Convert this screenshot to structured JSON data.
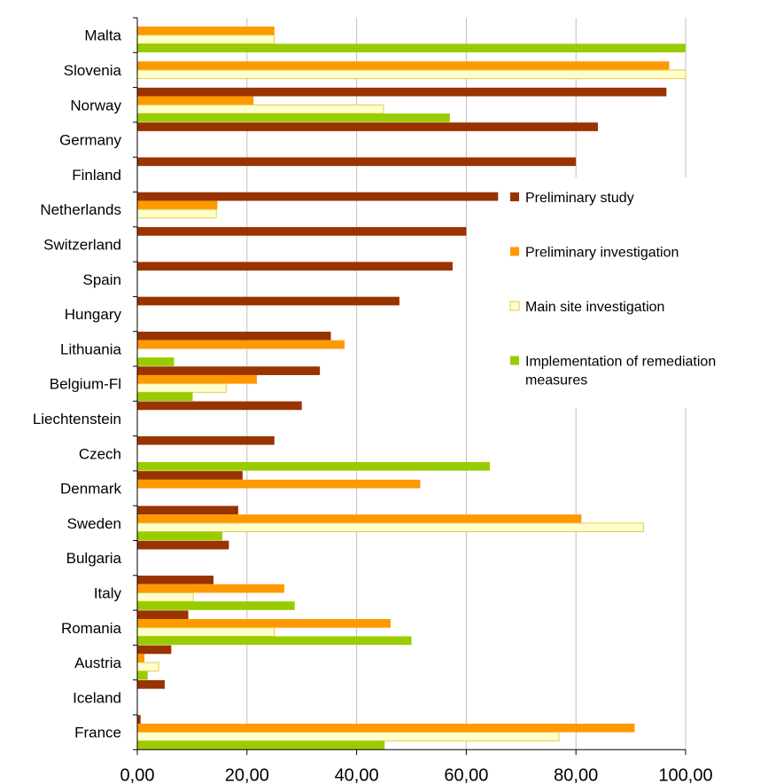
{
  "chart_data": {
    "type": "bar",
    "orientation": "horizontal",
    "categories": [
      "Malta",
      "Slovenia",
      "Norway",
      "Germany",
      "Finland",
      "Netherlands",
      "Switzerland",
      "Spain",
      "Hungary",
      "Lithuania",
      "Belgium-Fl",
      "Liechtenstein",
      "Czech",
      "Denmark",
      "Sweden",
      "Bulgaria",
      "Italy",
      "Romania",
      "Austria",
      "Iceland",
      "France"
    ],
    "series": [
      {
        "name": "Preliminary study",
        "color": "#993300",
        "values": [
          0,
          0,
          96.5,
          84,
          80,
          65.8,
          60,
          57.5,
          47.8,
          35.3,
          33.3,
          30,
          25,
          19.2,
          18.4,
          16.7,
          13.9,
          9.3,
          6.2,
          5,
          0.6
        ]
      },
      {
        "name": "Preliminary investigation",
        "color": "#ff9900",
        "values": [
          25,
          97,
          21.2,
          0,
          0,
          14.6,
          0,
          0,
          0,
          37.8,
          21.8,
          0,
          0,
          51.6,
          81,
          0,
          26.8,
          46.2,
          1.3,
          0,
          90.7
        ]
      },
      {
        "name": "Main site investigation",
        "color": "#ffffcc",
        "stroke": "#e8c84a",
        "values": [
          25,
          100,
          44.9,
          0,
          0,
          14.4,
          0,
          0,
          0,
          0,
          16.2,
          0,
          0,
          0,
          92.3,
          0,
          10.2,
          25,
          3.9,
          0,
          76.9
        ]
      },
      {
        "name": "Implementation of remediation measures",
        "color": "#99cc00",
        "values": [
          100,
          0,
          57,
          0,
          0,
          0,
          0,
          0,
          0,
          6.7,
          10.1,
          0,
          64.3,
          0,
          15.5,
          0,
          28.7,
          50,
          1.9,
          0,
          45.1
        ]
      }
    ],
    "x_ticks": [
      "0,00",
      "20,00",
      "40,00",
      "60,00",
      "80,00",
      "100,00"
    ],
    "xlim": [
      0,
      100
    ],
    "grid": "vertical",
    "legend_position": "right",
    "title": "",
    "xlabel": "",
    "ylabel": ""
  }
}
